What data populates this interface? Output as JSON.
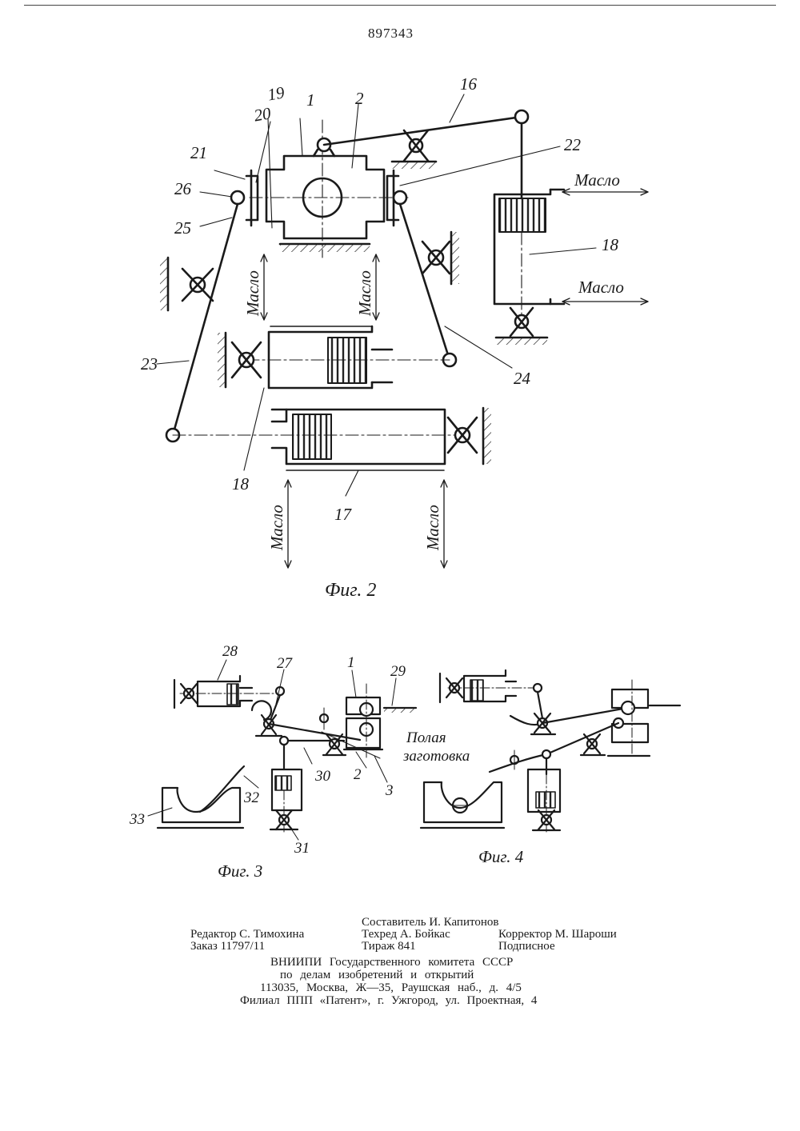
{
  "patent_number": "897343",
  "labels": {
    "oil": "Масло",
    "hollow_workpiece_line1": "Полая",
    "hollow_workpiece_line2": "заготовка"
  },
  "figures": {
    "fig2": {
      "caption": "Фиг. 2",
      "refs": [
        "1",
        "2",
        "16",
        "17",
        "18",
        "18",
        "19",
        "20",
        "21",
        "22",
        "23",
        "24",
        "25",
        "26"
      ]
    },
    "fig3": {
      "caption": "Фиг. 3",
      "refs": [
        "1",
        "2",
        "3",
        "27",
        "28",
        "29",
        "30",
        "31",
        "32",
        "33"
      ]
    },
    "fig4": {
      "caption": "Фиг. 4"
    }
  },
  "colophon": {
    "compiler": "Составитель И. Капитонов",
    "editor": "Редактор С. Тимохина",
    "techred": "Техред А. Бойкас",
    "corrector": "Корректор М. Шароши",
    "order": "Заказ 11797/11",
    "circulation": "Тираж 841",
    "subscription": "Подписное",
    "org_line1": "ВНИИПИ Государственного комитета СССР",
    "org_line2": "по делам изобретений и открытий",
    "address": "113035, Москва, Ж—35, Раушская наб., д. 4/5",
    "branch": "Филиал ППП «Патент», г. Ужгород, ул. Проектная, 4"
  }
}
